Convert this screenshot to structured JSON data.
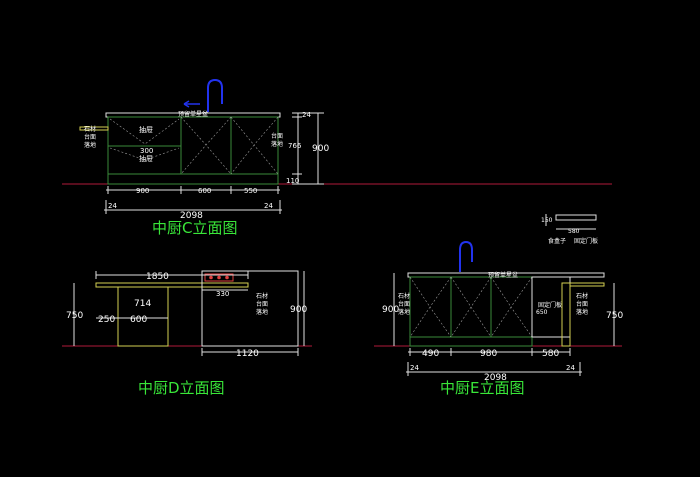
{
  "titles": {
    "c": "中厨C立面图",
    "d": "中厨D立面图",
    "e": "中厨E立面图"
  },
  "colors": {
    "background": "#000000",
    "title": "#39e639",
    "ground": "#b01a3a",
    "outline": "#3a8a3a",
    "counter": "#e0e0e0",
    "accent": "#d4cf52",
    "faucet": "#2233ee"
  },
  "c": {
    "sink_label": "预留单星盆",
    "drawer1": "抽屉",
    "drawer2": "抽屉",
    "drawer_dim": "300",
    "right_note": [
      "台面",
      "落地"
    ],
    "left_note": [
      "石材",
      "台面",
      "落地"
    ],
    "dims_right": [
      "24",
      "766",
      "110",
      "900"
    ],
    "dims_bottom": [
      "900",
      "600",
      "550"
    ],
    "edge_left": "24",
    "edge_right": "24",
    "total": "2098"
  },
  "d": {
    "top": "1850",
    "sub": "330",
    "mid": "714",
    "left_a": "250",
    "left_b": "600",
    "height_left": "750",
    "height_right": "900",
    "bottom": "1120",
    "note": [
      "石材",
      "台面",
      "落地"
    ]
  },
  "e": {
    "sink_label": "预留单星盆",
    "door_label": "固定门板",
    "box_label": "食盒子",
    "box_door": "固定门板",
    "box_dim": "580",
    "box_note": "150",
    "left_note": [
      "石材",
      "台面",
      "落地"
    ],
    "right_note": [
      "石材",
      "台面",
      "落地"
    ],
    "cab_dim": "650",
    "height_left": "900",
    "height_right": "750",
    "dims_bottom": [
      "490",
      "980",
      "580"
    ],
    "edge_left": "24",
    "edge_right": "24",
    "total": "2098"
  }
}
